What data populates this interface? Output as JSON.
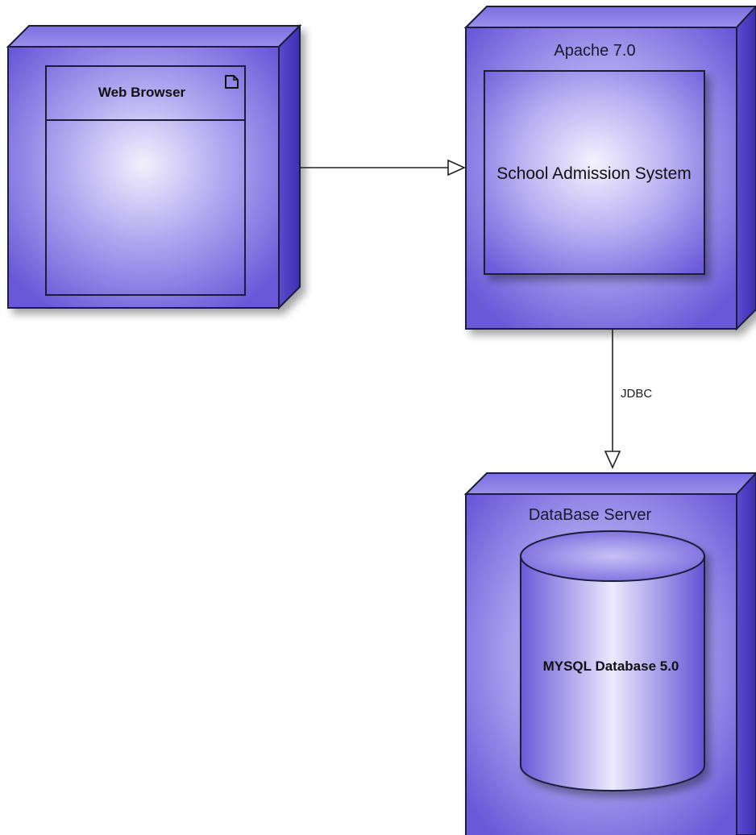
{
  "nodes": {
    "web_browser": {
      "label": "Web Browser",
      "icon": "document-icon"
    },
    "apache": {
      "label": "Apache 7.0",
      "component": "School Admission System"
    },
    "database_server": {
      "label": "DataBase Server",
      "database": "MYSQL Database 5.0"
    }
  },
  "edges": [
    {
      "from": "Web Browser",
      "to": "Apache 7.0",
      "label": ""
    },
    {
      "from": "Apache 7.0",
      "to": "DataBase Server",
      "label": "JDBC"
    }
  ],
  "colors": {
    "node_face_center": "#e9e6fb",
    "node_face_edge": "#6b5ad9",
    "node_top": "#8a7fe6",
    "node_side": "#4a3cc0",
    "outline": "#1c1c3a",
    "connector": "#222222"
  }
}
